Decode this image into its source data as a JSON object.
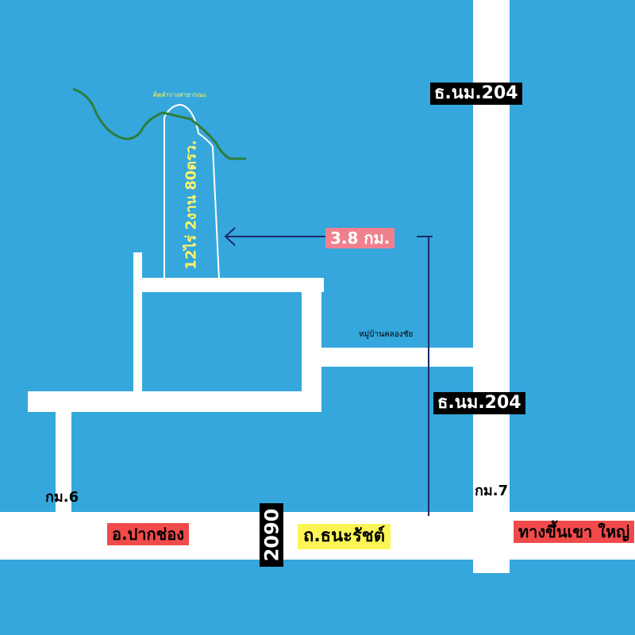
{
  "roads": {
    "hwy_2090": "2090",
    "thanarat_road": "ถ.ธนะรัชต์",
    "road_204_upper": "ธ.นม.204",
    "road_204_lower": "ธ.นม.204"
  },
  "places": {
    "pak_chong": "อ.ปากช่อง",
    "khao_yai": "ทางขึ้นเขา ใหญ่",
    "village": "หมู่บ้านคลองชัย",
    "stream": "ติดลำรางสาธารณะ"
  },
  "markers": {
    "km6": "กม.6",
    "km7": "กม.7"
  },
  "route": {
    "distance": "3.8 กม."
  },
  "plot": {
    "area": "12ไร่ 2งาน 80ตรว."
  },
  "colors": {
    "background": "#35a7dc",
    "road": "#ffffff",
    "route_line": "#1a2a6c",
    "stream_line": "#2e7d3a",
    "highlight_red": "#f14a4a",
    "highlight_yellow": "#fbf655",
    "highlight_pink": "#f0808d"
  }
}
